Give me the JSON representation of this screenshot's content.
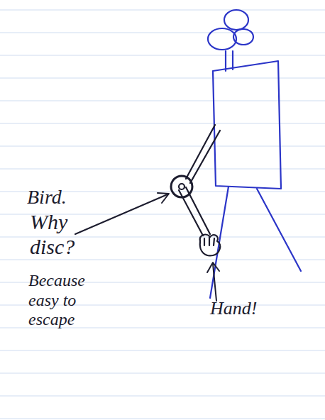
{
  "diagram": {
    "labels": [
      "Bird.",
      "Why disc?",
      "Because easy to escape",
      "Hand!"
    ]
  }
}
